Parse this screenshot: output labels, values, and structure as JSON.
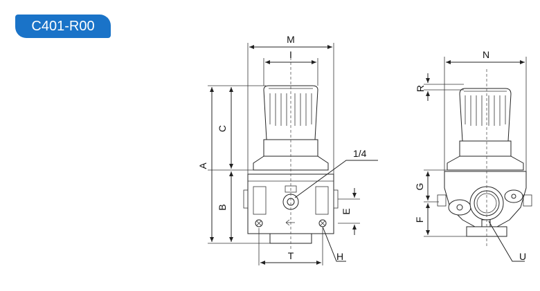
{
  "model_badge": "C401-R00",
  "dims": {
    "M": "M",
    "I": "I",
    "A": "A",
    "C": "C",
    "B": "B",
    "T": "T",
    "H": "H",
    "E": "E",
    "port": "1/4",
    "N": "N",
    "R": "R",
    "G": "G",
    "F": "F",
    "U": "U"
  },
  "colors": {
    "badge": "#1a73c8",
    "line": "#222222"
  }
}
